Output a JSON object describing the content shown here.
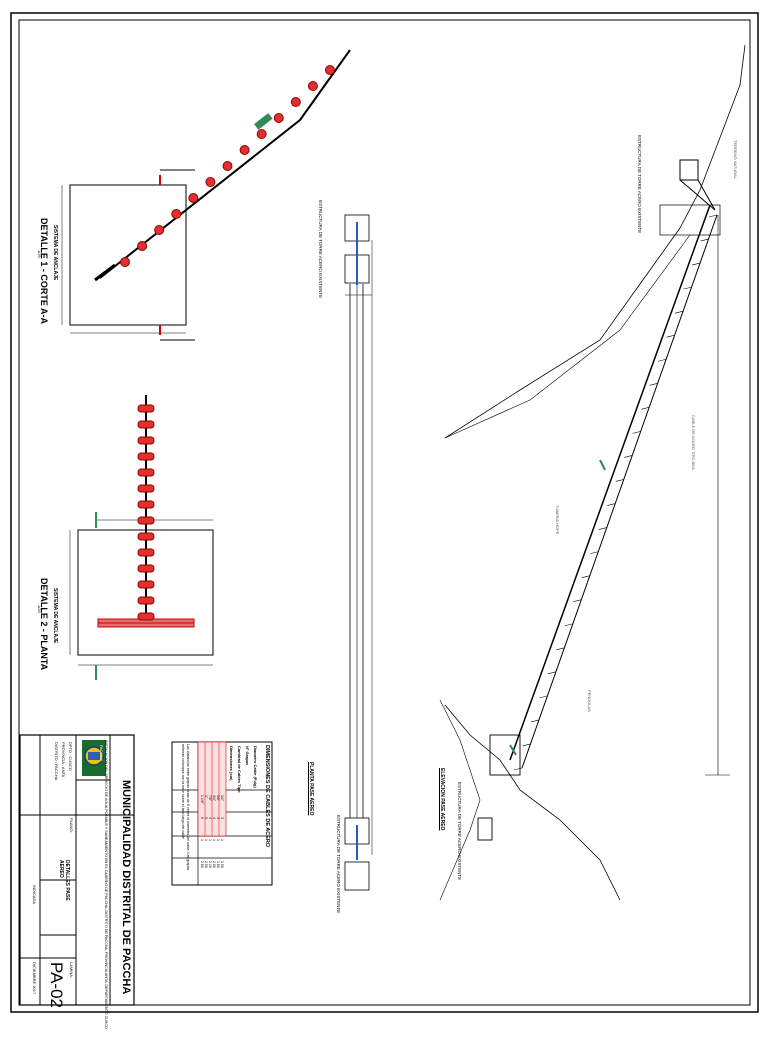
{
  "title_block": {
    "municipality": "MUNICIPALIDAD DISTRITAL DE PACCHA",
    "project_text": "INSTALACION DEL SERVICIO DE AGUA POTABLE Y SANEAMIENTO EN EL CASERIO DE PACCHA, DISTRITO DE PACCHA, PROVINCIA ANTA, DEPARTAMENTO CUSCO",
    "location": [
      "DPTO : CUSCO",
      "PROVINCIA : ANTA",
      "DISTRITO : PACCHA"
    ],
    "plan_label": "PLANO:",
    "plan_title": "DETALLES PASE AEREO",
    "sheet_label": "LAMINA:",
    "sheet_number": "PA-02",
    "date": "DICIEMBRE 2017",
    "scale": "INDICADA",
    "logo_text": "PACCHA"
  },
  "cable_table": {
    "title": "DIMENSIONES DE CABLES DE ACERO",
    "headers": [
      "Diametro Cable (Pulg)",
      "Nº Grapas",
      "Cantidad de Cables Tipo",
      "Dimensiones (cm)"
    ],
    "rows": [
      [
        "1/2\"",
        "3",
        "1",
        "1.50"
      ],
      [
        "5/8\"",
        "3",
        "1",
        "1.80"
      ],
      [
        "3/4\"",
        "4",
        "1",
        "2.00"
      ],
      [
        "7/8\"",
        "4",
        "1",
        "2.20"
      ],
      [
        "1\"",
        "5",
        "1",
        "2.50"
      ],
      [
        "1 1/8\"",
        "6",
        "1",
        "2.80"
      ]
    ],
    "note": "Las distancias entre grapas seran de 6 veces el diametro del cable. Las grapas deberan colocarse con la base sobre el lado largo del cable."
  },
  "details": {
    "detail1_title": "DETALLE 1 - CORTE A-A",
    "detail1_subtitle": "SISTEMA DE ANCLAJE",
    "detail1_scale": "1/25",
    "detail2_title": "DETALLE 2 - PLANTA",
    "detail2_subtitle": "SISTEMA DE ANCLAJE",
    "detail2_scale": "1/25",
    "elevation_title": "ELEVACION PASE AEREO",
    "elevation_scale": "1/100",
    "plan_title": "PLANTA PASE AEREO",
    "plan_scale": "1/100",
    "tower_label": "ESTRUCTURA DE TORRE ACERO EXISTENTE",
    "cable_label": "CABLE DE ACERO TIPO BOA",
    "pipe_label": "TUBERIA HDPE",
    "hanger_label": "PENDOLAS",
    "ground_label": "TERRENO NATURAL"
  }
}
